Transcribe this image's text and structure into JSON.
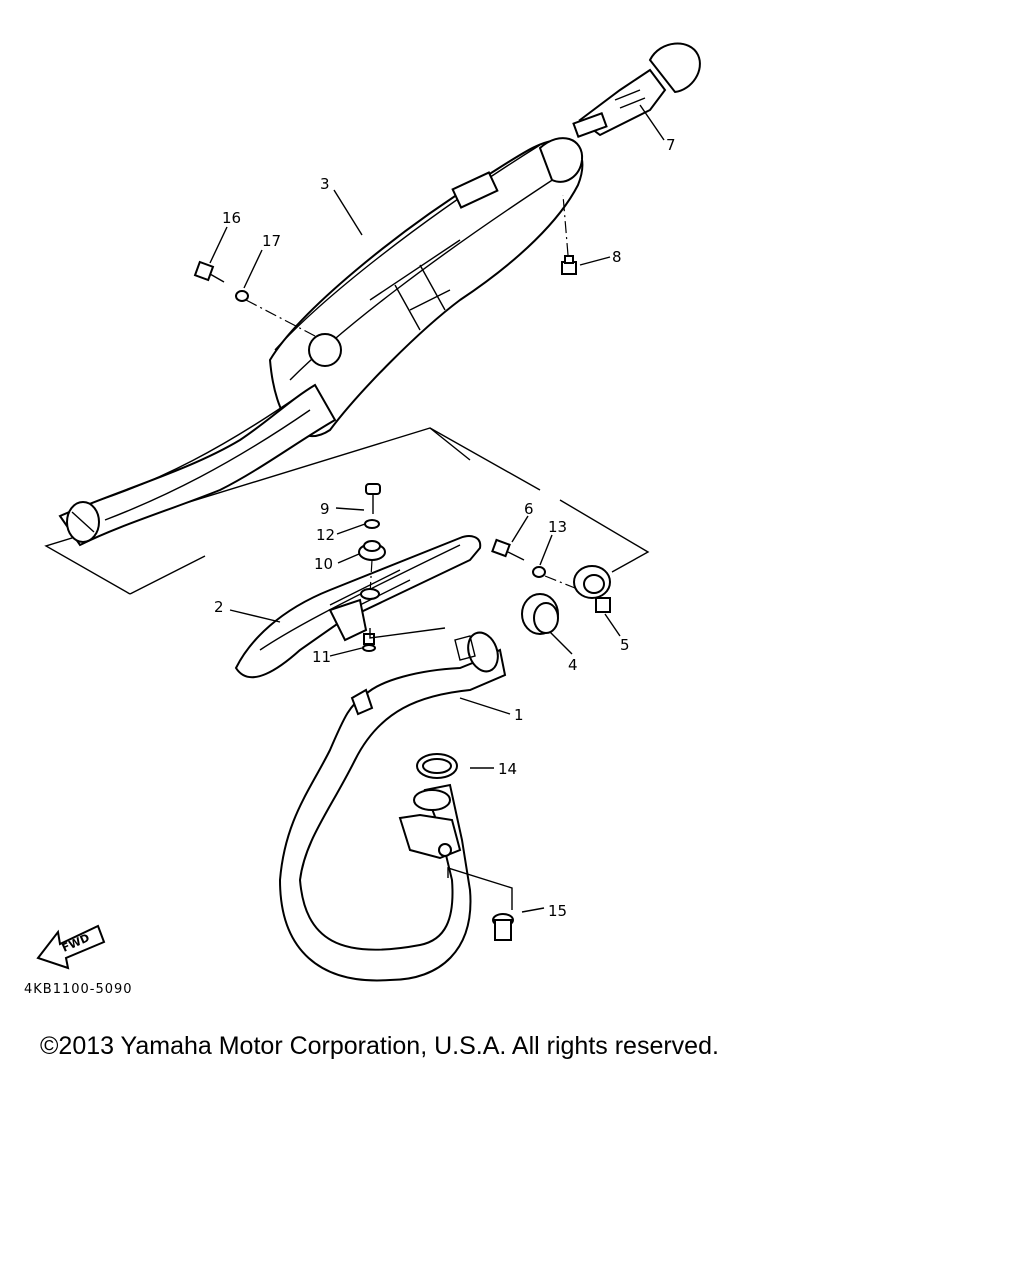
{
  "callouts": {
    "c1": "1",
    "c2": "2",
    "c3": "3",
    "c4": "4",
    "c5": "5",
    "c6": "6",
    "c7": "7",
    "c8": "8",
    "c9": "9",
    "c10": "10",
    "c11": "11",
    "c12": "12",
    "c13": "13",
    "c14": "14",
    "c15": "15",
    "c16": "16",
    "c17": "17"
  },
  "fwd_label": "FWD",
  "diagram_code": "4KB1100-5090",
  "copyright": "©2013 Yamaha Motor Corporation, U.S.A. All rights reserved."
}
